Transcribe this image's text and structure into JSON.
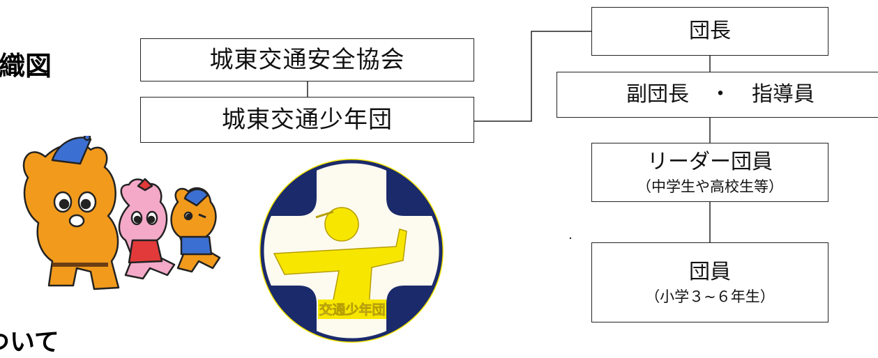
{
  "heading_top": "組織図",
  "heading_bottom": "ついて",
  "org": {
    "association": "城東交通安全協会",
    "corps": "城東交通少年団",
    "leader": "団長",
    "vice": "副団長　・　指導員",
    "senior": {
      "title": "リーダー団員",
      "note": "（中学生や高校生等）"
    },
    "member": {
      "title": "団員",
      "note": "（小学３~６年生）"
    }
  },
  "emblem_text": "交通少年団",
  "colors": {
    "emblem_navy": "#1b2a6b",
    "emblem_yellow": "#f7e600",
    "mascot_orange": "#f29a1c",
    "mascot_pink": "#f4a9c8"
  },
  "icons": [
    "mascot-large-icon",
    "mascot-pink-icon",
    "mascot-small-icon",
    "emblem-icon"
  ]
}
